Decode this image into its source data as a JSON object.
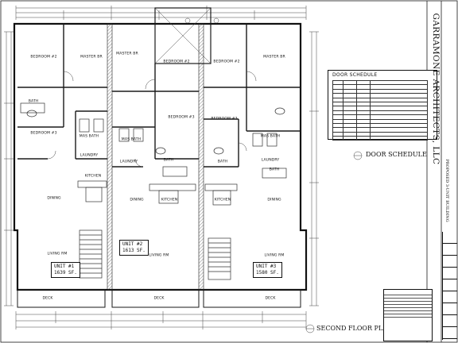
{
  "firm_name": "GARRAMONE ARCHITECTS, LLC",
  "project_name": "PROPOSED 3-UNIT BUILDING",
  "sheet_title": "SECOND FLOOR PLAN",
  "door_schedule_callout": "DOOR SCHEDULE",
  "door_schedule_table": {
    "title": "DOOR SCHEDULE"
  },
  "units": [
    {
      "name": "UNIT #1",
      "area": "1639 SF."
    },
    {
      "name": "UNIT #2",
      "area": "1613 SF."
    },
    {
      "name": "UNIT #3",
      "area": "1580 SF."
    }
  ],
  "rooms": {
    "bedroom_2": "BEDROOM #2",
    "bedroom_3": "BEDROOM #3",
    "master_br": "MASTER BR",
    "bath": "BATH",
    "mas_bath": "MAS BATH",
    "laundry": "LAUNDRY",
    "kitchen": "KITCHEN",
    "dining": "DINING",
    "living_rm": "LIVING RM",
    "deck": "DECK"
  }
}
